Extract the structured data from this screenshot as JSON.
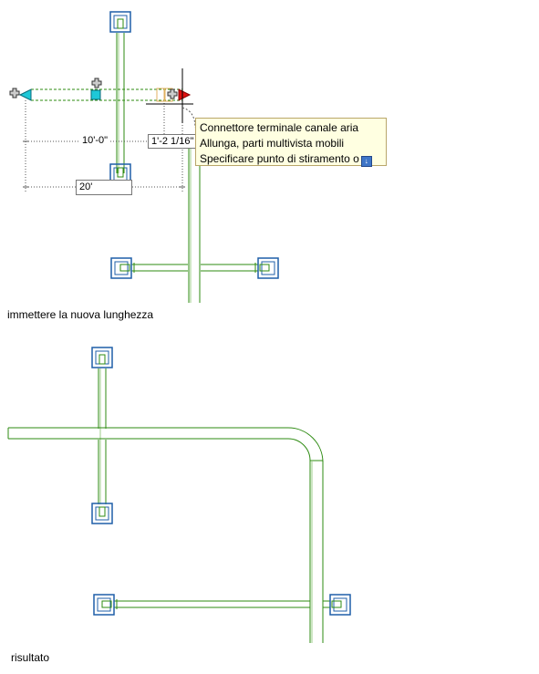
{
  "tooltip": {
    "line1": "Connettore terminale canale aria",
    "line2": "Allunga, parti multivista mobili",
    "line3": "Specificare punto di stiramento o"
  },
  "dimension": {
    "label": "10'-0\"",
    "tracking": "1'-2 1/16\"",
    "input_value": "20'"
  },
  "captions": {
    "top": "immettere la nuova lunghezza",
    "bottom": "risultato"
  },
  "colors": {
    "duct": "#2e8b12",
    "terminal": "#1f5fa8",
    "grip_cyan": "#1ec8d8",
    "grip_red": "#e01010",
    "tooltip_bg": "#ffffe1"
  }
}
